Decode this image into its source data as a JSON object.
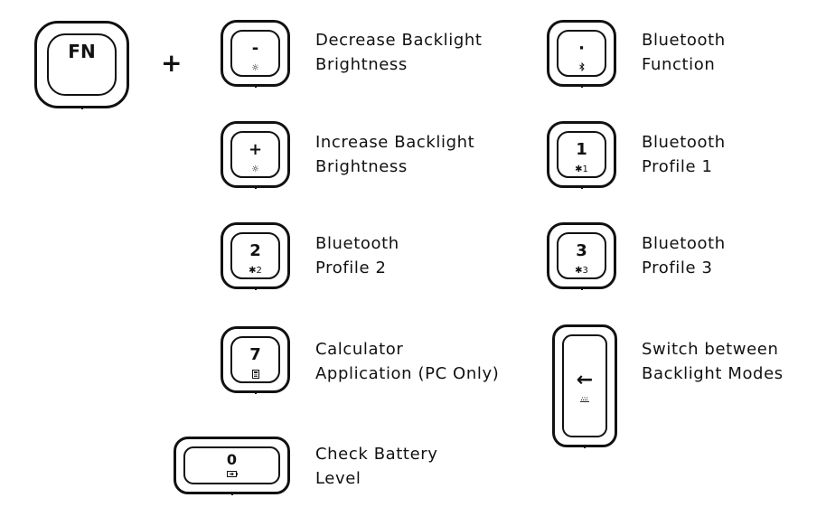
{
  "modifier": {
    "label": "FN"
  },
  "plus": "+",
  "shortcuts": [
    {
      "key": "-",
      "sub": "☼",
      "label_line1": "Decrease Backlight",
      "label_line2": "Brightness"
    },
    {
      "key": "+",
      "sub": "☼",
      "label_line1": "Increase Backlight",
      "label_line2": "Brightness"
    },
    {
      "key": "2",
      "sub": "✱2",
      "label_line1": "Bluetooth",
      "label_line2": "Profile 2"
    },
    {
      "key": "7",
      "sub": "calculator-icon",
      "label_line1": "Calculator",
      "label_line2": "Application (PC Only)"
    },
    {
      "key": "0",
      "sub": "battery-icon",
      "label_line1": "Check Battery",
      "label_line2": "Level"
    },
    {
      "key": "·",
      "sub": "bluetooth-icon",
      "label_line1": "Bluetooth",
      "label_line2": "Function"
    },
    {
      "key": "1",
      "sub": "✱1",
      "label_line1": "Bluetooth",
      "label_line2": "Profile 1"
    },
    {
      "key": "3",
      "sub": "✱3",
      "label_line1": "Bluetooth",
      "label_line2": "Profile 3"
    },
    {
      "key": "←",
      "sub": "backlight-icon",
      "label_line1": "Switch between",
      "label_line2": "Backlight Modes"
    }
  ]
}
